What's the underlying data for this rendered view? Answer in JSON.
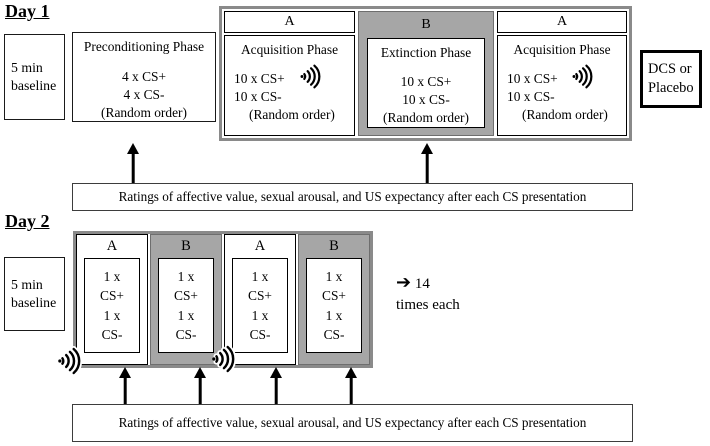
{
  "colors": {
    "section_gray": "#a6a6a6",
    "container_border_gray": "#8a8a8a",
    "ink": "#000000"
  },
  "day1": {
    "title": "Day 1",
    "baseline_lines": [
      "5 min",
      "baseline"
    ],
    "preconditioning": {
      "title": "Preconditioning Phase",
      "cs_plus": "4 x CS+",
      "cs_minus": "4 x CS-",
      "random": "(Random order)"
    },
    "phases": [
      {
        "header": "A",
        "title": "Acquisition Phase",
        "cs_plus": "10 x CS+",
        "cs_minus": "10 x CS-",
        "random": "(Random order)",
        "icon": "sound-waves-icon"
      },
      {
        "header": "B",
        "title": "Extinction Phase",
        "cs_plus": "10 x CS+",
        "cs_minus": "10 x CS-",
        "random": "(Random order)"
      },
      {
        "header": "A",
        "title": "Acquisition Phase",
        "cs_plus": "10 x CS+",
        "cs_minus": "10 x CS-",
        "random": "(Random order)",
        "icon": "sound-waves-icon"
      }
    ],
    "dcs_lines": [
      "DCS or",
      "Placebo"
    ],
    "ratings": "Ratings of affective value, sexual arousal, and US expectancy after each CS presentation"
  },
  "day2": {
    "title": "Day 2",
    "baseline_lines": [
      "5 min",
      "baseline"
    ],
    "blocks": [
      {
        "header": "A",
        "lines": [
          "1 x",
          "CS+",
          "1 x",
          "CS-"
        ],
        "icon": "sound-waves-icon"
      },
      {
        "header": "B",
        "lines": [
          "1 x",
          "CS+",
          "1 x",
          "CS-"
        ]
      },
      {
        "header": "A",
        "lines": [
          "1 x",
          "CS+",
          "1 x",
          "CS-"
        ],
        "icon": "sound-waves-icon"
      },
      {
        "header": "B",
        "lines": [
          "1 x",
          "CS+",
          "1 x",
          "CS-"
        ]
      }
    ],
    "repeat": {
      "arrow": "➔",
      "count": "14",
      "unit": "times each"
    },
    "ratings": "Ratings of affective value, sexual arousal, and US expectancy after each CS presentation"
  }
}
